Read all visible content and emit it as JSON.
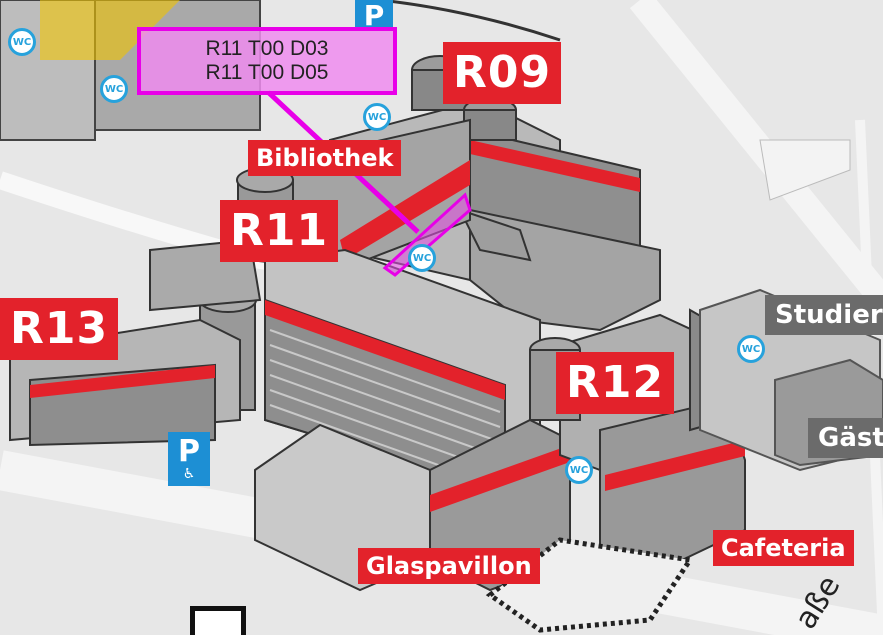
{
  "buildings": {
    "r09": "R09",
    "r11": "R11",
    "r12": "R12",
    "r13": "R13",
    "bibliothek": "Bibliothek",
    "glaspavillon": "Glaspavillon",
    "cafeteria": "Cafeteria"
  },
  "labels": {
    "studiere": "Studiere",
    "gaeste": "Gäst"
  },
  "highlight": {
    "rooms": [
      "R11 T00 D03",
      "R11 T00 D05"
    ]
  },
  "street_fragment": "aße",
  "icons": {
    "wc": "WC",
    "parking": "P",
    "wheelchair": "♿"
  },
  "colors": {
    "building_red": "#e3222b",
    "highlight_magenta": "#e800e8",
    "wc_blue": "#27a2dc",
    "parking_blue": "#1d8fd4"
  }
}
